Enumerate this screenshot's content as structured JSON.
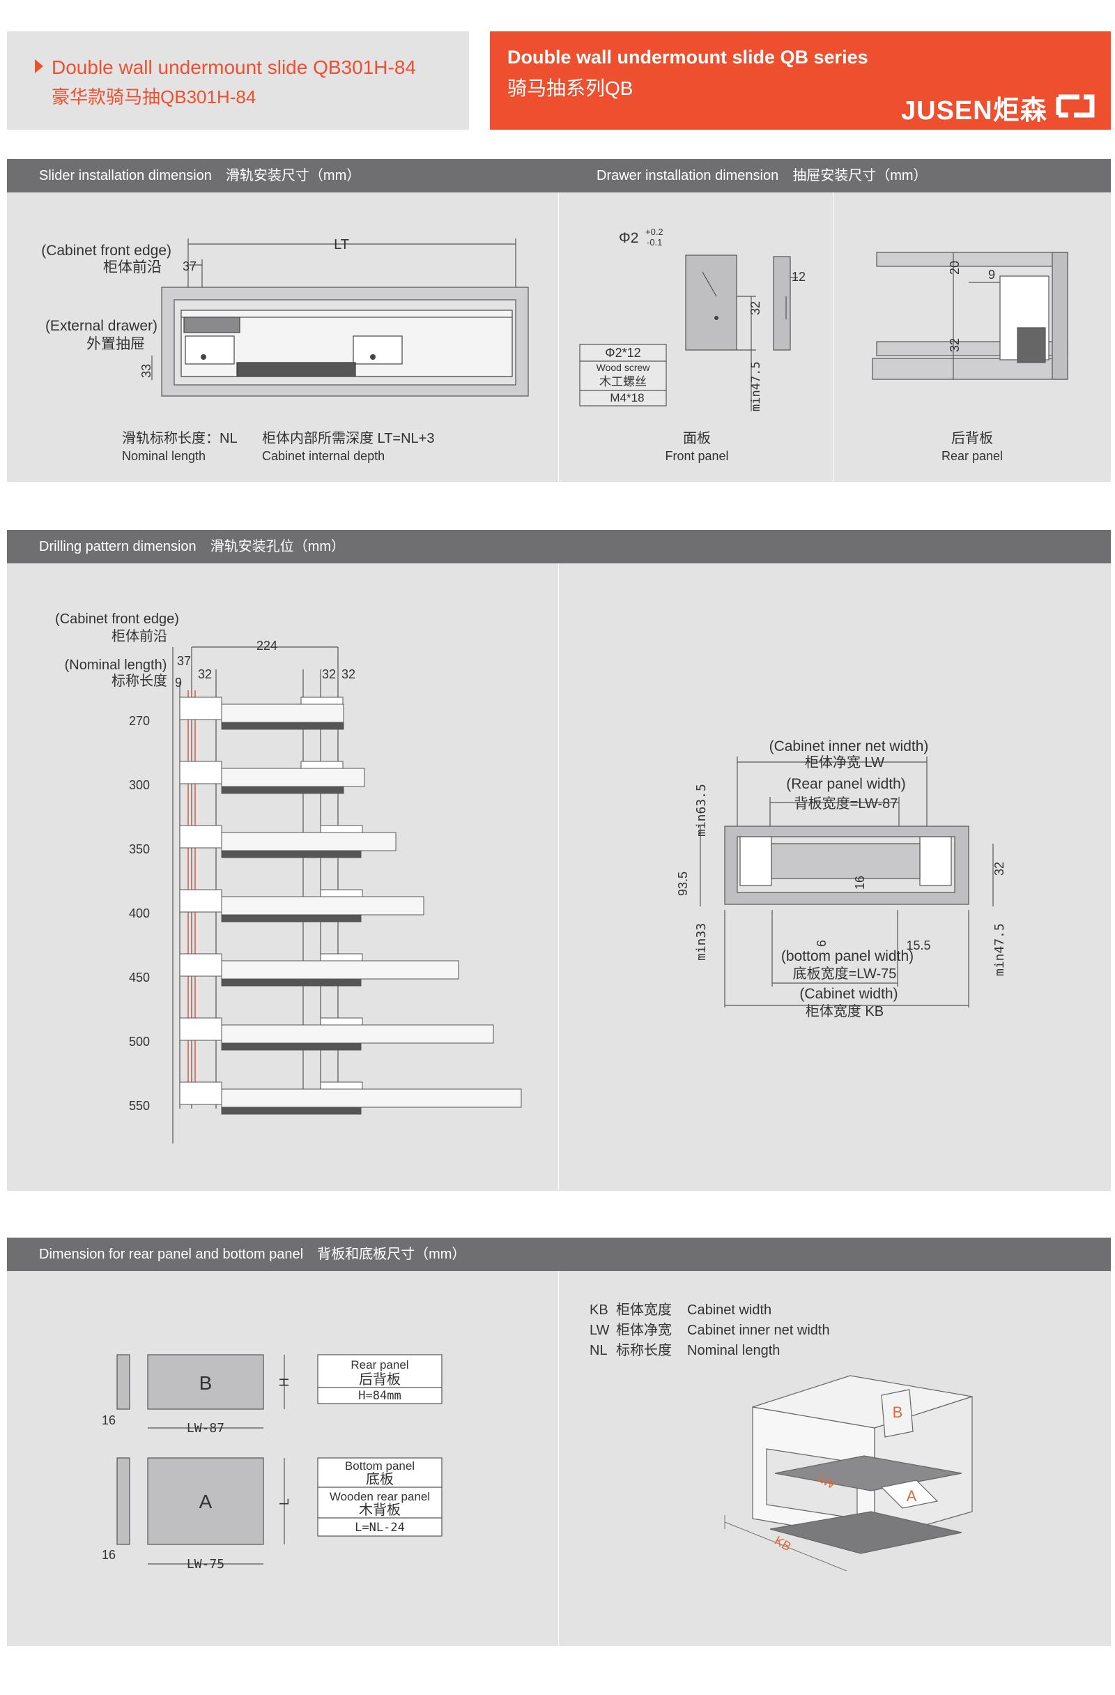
{
  "header": {
    "left_title_en": "Double wall undermount slide QB301H-84",
    "left_title_cn": "豪华款骑马抽QB301H-84",
    "right_title_en": "Double wall undermount slide QB series",
    "right_title_cn": "骑马抽系列QB",
    "brand": "JUSEN",
    "brand_cn": "炬森",
    "accent_color": "#ee4f2e"
  },
  "section1": {
    "left_bar": "Slider installation dimension　滑轨安装尺寸（mm）",
    "right_bar": "Drawer installation dimension　抽屉安装尺寸（mm）",
    "cabinet_front_edge_en": "(Cabinet front edge)",
    "cabinet_front_edge_cn": "柜体前沿",
    "external_drawer_en": "(External drawer)",
    "external_drawer_cn": "外置抽屉",
    "dim_lt": "LT",
    "dim_37": "37",
    "dim_33": "33",
    "nominal_cn": "滑轨标称长度：NL",
    "nominal_en": "Nominal length",
    "internal_cn": "柜体内部所需深度 LT=NL+3",
    "internal_en": "Cabinet internal depth",
    "phi": "Φ2",
    "tol_plus": "+0.2",
    "tol_minus": "-0.1",
    "screw_size": "Φ2*12",
    "screw_en": "Wood screw",
    "screw_cn": "木工螺丝",
    "screw_m": "M4*18",
    "dim_32": "32",
    "dim_min475": "min47.5",
    "dim_12": "12",
    "dim_20": "20",
    "dim_9": "9",
    "front_panel_cn": "面板",
    "front_panel_en": "Front panel",
    "rear_panel_cn": "后背板",
    "rear_panel_en": "Rear panel"
  },
  "section2": {
    "bar": "Drilling pattern dimension　滑轨安装孔位（mm）",
    "cabinet_front_edge_en": "(Cabinet front edge)",
    "cabinet_front_edge_cn": "柜体前沿",
    "nominal_en": "(Nominal length)",
    "nominal_cn": "标称长度",
    "dim_224": "224",
    "dim_37": "37",
    "dim_32": "32",
    "dim_9": "9",
    "lengths": [
      "270",
      "300",
      "350",
      "400",
      "450",
      "500",
      "550"
    ],
    "inner_net_en": "(Cabinet inner net width)",
    "inner_net_cn": "柜体净宽 LW",
    "rear_width_en": "(Rear panel width)",
    "rear_width_cn": "背板宽度=LW-87",
    "bottom_width_en": "(bottom panel width)",
    "bottom_width_cn": "底板宽度=LW-75",
    "cabinet_width_en": "(Cabinet width)",
    "cabinet_width_cn": "柜体宽度 KB",
    "dim_min635": "min63.5",
    "dim_935": "93.5",
    "dim_min33": "min33",
    "dim_16": "16",
    "dim_155": "15.5",
    "dim_min475": "min47.5"
  },
  "section3": {
    "bar": "Dimension for rear panel and bottom panel　背板和底板尺寸（mm）",
    "panel_b": "B",
    "panel_a": "A",
    "dim_16": "16",
    "dim_lw87": "LW-87",
    "dim_lw75": "LW-75",
    "dim_h": "H",
    "dim_l": "L",
    "rear_box_en": "Rear panel",
    "rear_box_cn": "后背板",
    "rear_box_h": "H=84mm",
    "bottom_box_en": "Bottom panel",
    "bottom_box_cn": "底板",
    "wooden_en": "Wooden rear panel",
    "wooden_cn": "木背板",
    "wooden_l": "L=NL-24",
    "legend": [
      {
        "code": "KB",
        "cn": "柜体宽度",
        "en": "Cabinet width"
      },
      {
        "code": "LW",
        "cn": "柜体净宽",
        "en": "Cabinet inner net width"
      },
      {
        "code": "NL",
        "cn": "标称长度",
        "en": "Nominal length"
      }
    ],
    "iso_b": "B",
    "iso_a": "A",
    "iso_lw": "LW",
    "iso_kb": "KB"
  }
}
